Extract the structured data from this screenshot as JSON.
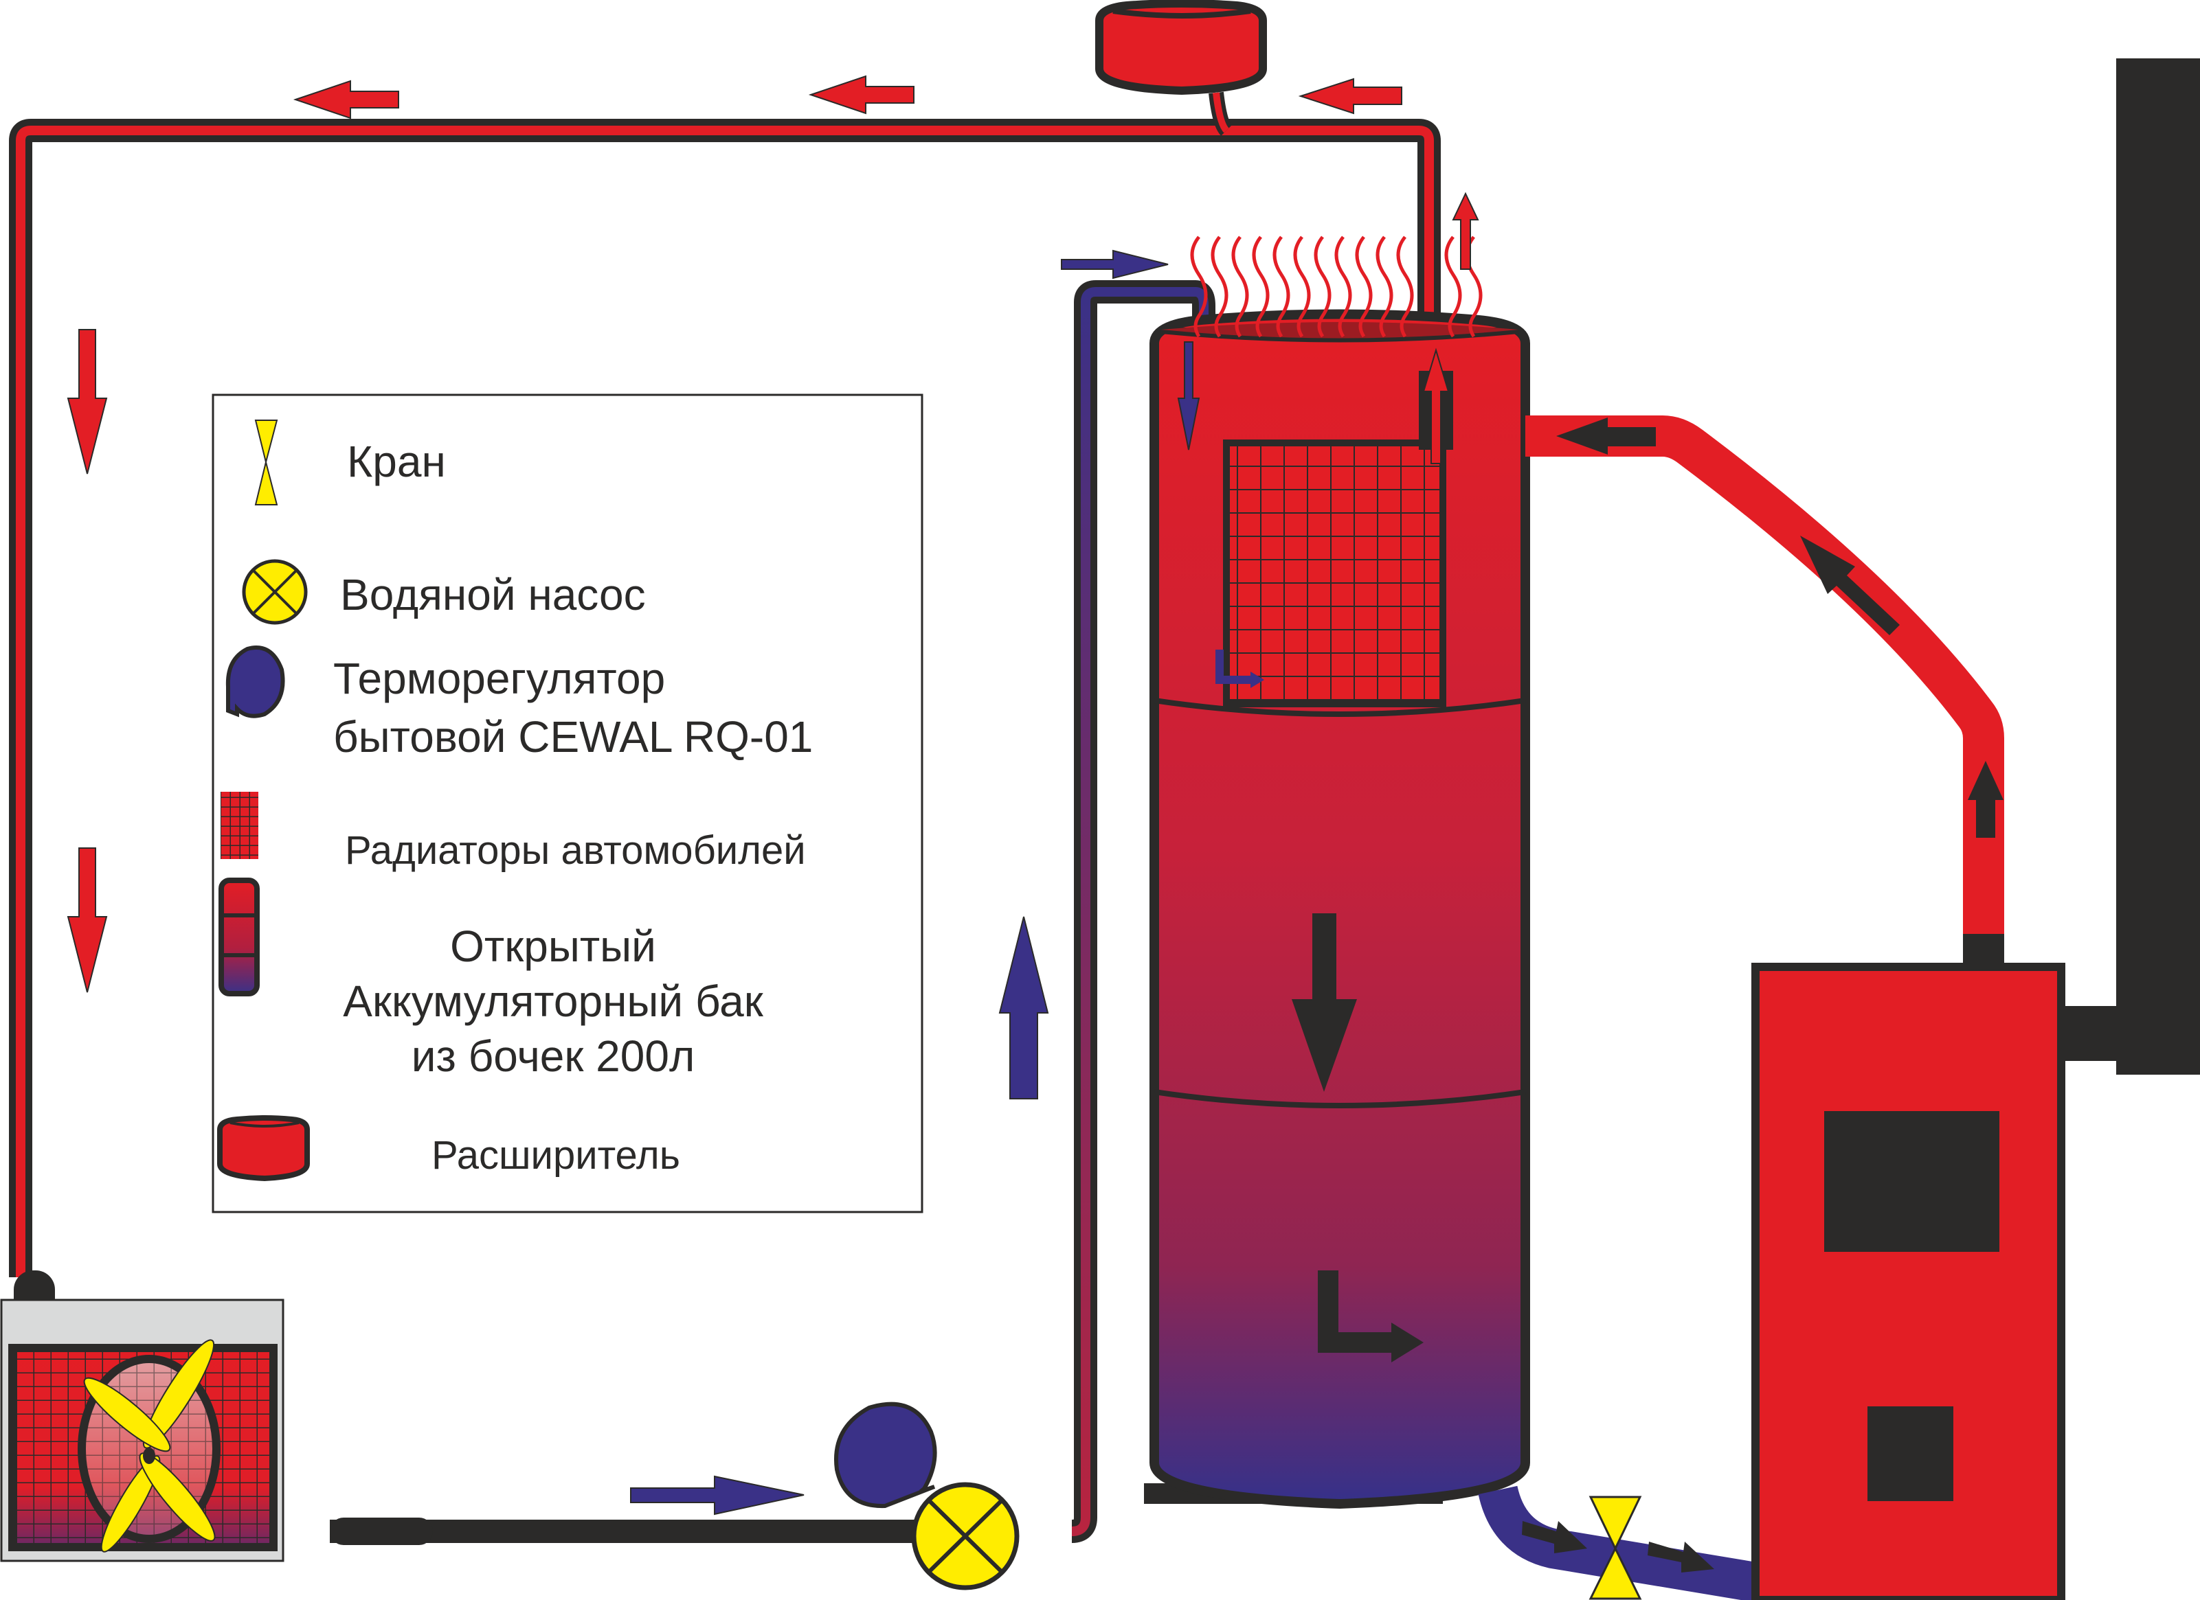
{
  "colors": {
    "hot": "#e31e25",
    "cold": "#3a3187",
    "outline": "#2b2a29",
    "valve": "#ffed00",
    "radiator_housing": "#d9dada"
  },
  "legend": {
    "items": [
      {
        "symbol": "valve-icon",
        "label": "Кран"
      },
      {
        "symbol": "pump-icon",
        "label": "Водяной насос"
      },
      {
        "symbol": "thermoregulator-icon",
        "label_lines": [
          "Терморегулятор",
          "бытовой CEWAL RQ-01"
        ]
      },
      {
        "symbol": "radiator-icon",
        "label": "Радиаторы автомобилей"
      },
      {
        "symbol": "tank-icon",
        "label_lines": [
          "Открытый",
          "Аккумуляторный бак",
          "из бочек 200л"
        ]
      },
      {
        "symbol": "expansion-tank-icon",
        "label": "Расширитель"
      }
    ]
  },
  "components": {
    "boiler": "boiler",
    "chimney": "chimney",
    "accumulator_tank": "accumulator-tank",
    "expansion_tank": "expansion-tank",
    "car_radiator_with_fan": "radiator-with-fan",
    "pump": "water-pump",
    "thermoregulator": "thermoregulator",
    "valve": "valve"
  }
}
